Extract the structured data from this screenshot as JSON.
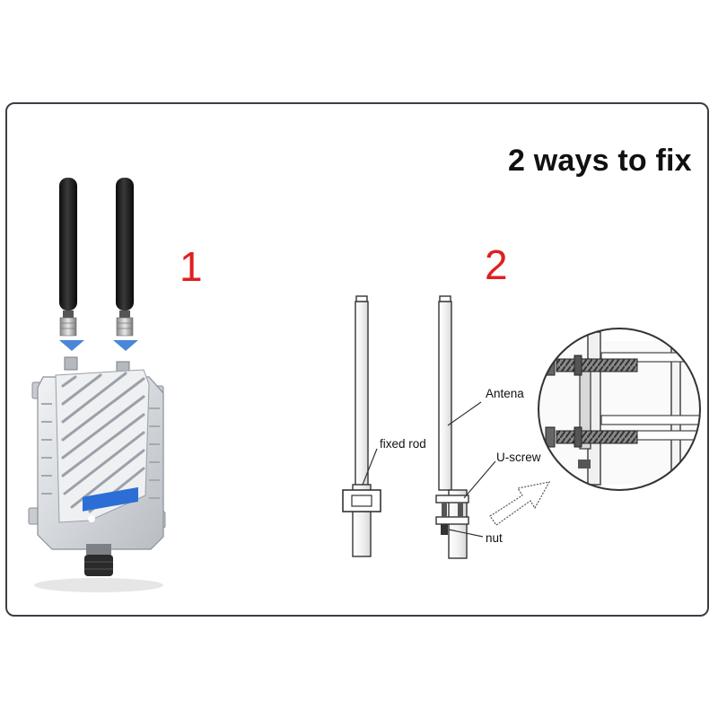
{
  "title": "2 ways to fix",
  "method_labels": [
    "1",
    "2"
  ],
  "callouts": {
    "fixed_rod": "fixed rod",
    "antena": "Antena",
    "u_screw": "U-screw",
    "nut": "nut"
  },
  "colors": {
    "frame": "#3a3f47",
    "method_number": "#e02020",
    "arrow": "#4a86d9",
    "device": "#d9dde2"
  }
}
